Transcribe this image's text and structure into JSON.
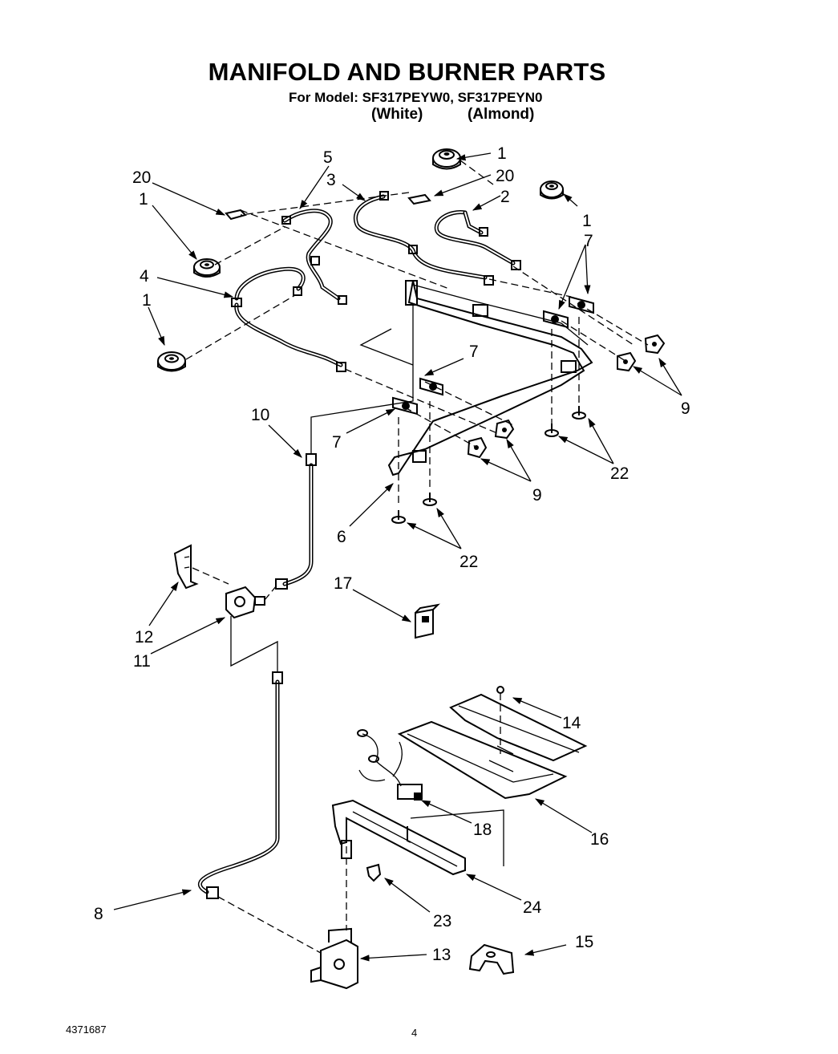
{
  "header": {
    "title": "MANIFOLD AND BURNER PARTS",
    "model_line": "For Model: SF317PEYW0, SF317PEYN0",
    "color_white": "(White)",
    "color_almond": "(Almond)"
  },
  "callouts": {
    "c1a": "1",
    "c1b": "1",
    "c1c": "1",
    "c1d": "1",
    "c2": "2",
    "c3": "3",
    "c4": "4",
    "c5": "5",
    "c6": "6",
    "c7a": "7",
    "c7b": "7",
    "c7c": "7",
    "c8": "8",
    "c9a": "9",
    "c9b": "9",
    "c10": "10",
    "c11": "11",
    "c12": "12",
    "c13": "13",
    "c14": "14",
    "c15": "15",
    "c16": "16",
    "c17": "17",
    "c18": "18",
    "c20a": "20",
    "c20b": "20",
    "c22a": "22",
    "c22b": "22",
    "c23": "23",
    "c24": "24"
  },
  "footer": {
    "doc_number": "4371687",
    "page_number": "4"
  }
}
